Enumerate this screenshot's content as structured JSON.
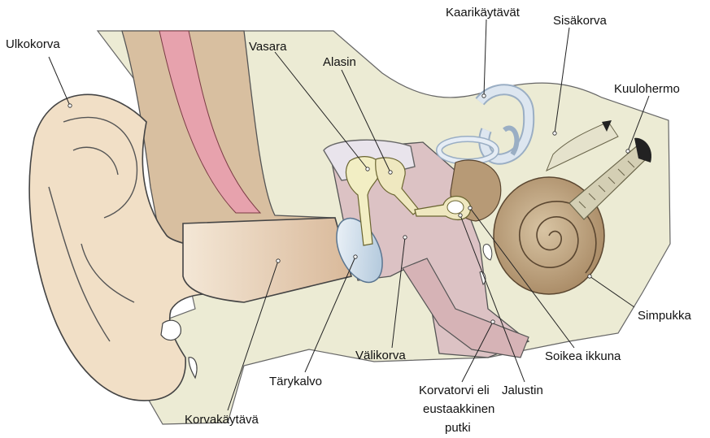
{
  "labels": {
    "ulkokorva": "Ulkokorva",
    "vasara": "Vasara",
    "alasin": "Alasin",
    "kaarikaytavat": "Kaarikäytävät",
    "sisakorva": "Sisäkorva",
    "kuulohermo": "Kuulohermo",
    "simpukka": "Simpukka",
    "soikea_ikkuna": "Soikea ikkuna",
    "jalustin": "Jalustin",
    "korvatorvi_1": "Korvatorvi eli",
    "korvatorvi_2": "eustaakkinen",
    "korvatorvi_3": "putki",
    "valikorva": "Välikorva",
    "tarykalvo": "Tärykalvo",
    "korvakaytava": "Korvakäytävä"
  }
}
